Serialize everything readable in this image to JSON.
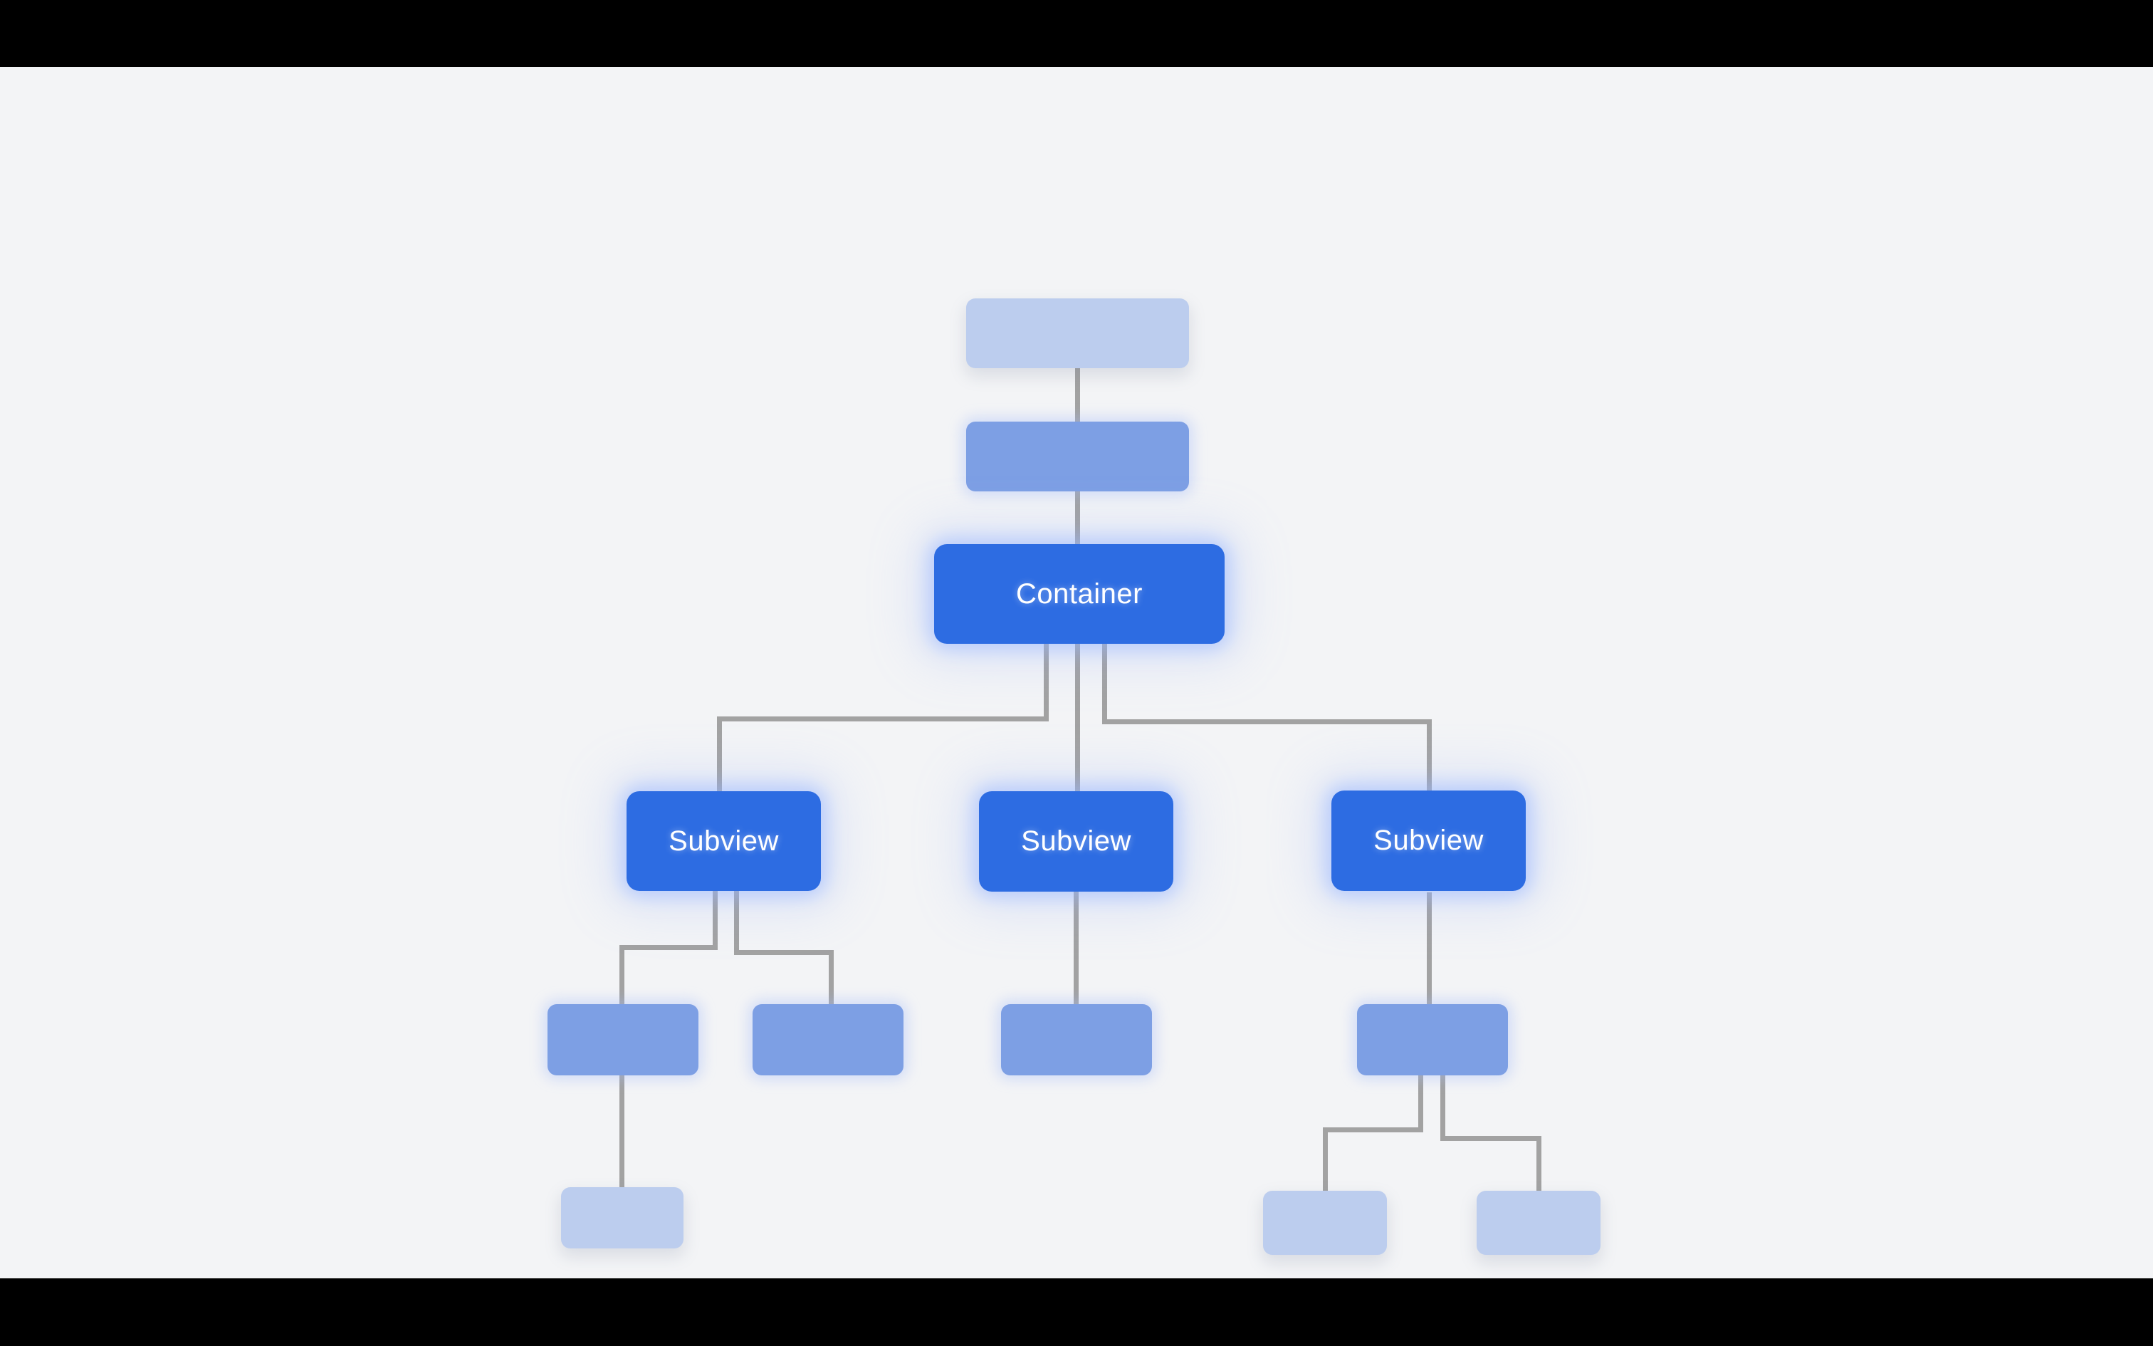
{
  "scene": {
    "description": "Presentation slide frame showing a view-hierarchy tree diagram with black letterbox bars",
    "letterbox_color": "#000000",
    "background_color": "#f3f4f6"
  },
  "colors": {
    "letterbox": "#000000",
    "bg": "#f3f4f6",
    "primary": "#2d6ce2",
    "medium": "#7d9fe4",
    "light": "#bccdee",
    "line": "#a2a2a2",
    "label": "#ffffff"
  },
  "diagram": {
    "nodes": {
      "ancestor_top": {
        "label": "",
        "variant": "light"
      },
      "ancestor_mid": {
        "label": "",
        "variant": "medium"
      },
      "container": {
        "label": "Container",
        "variant": "primary"
      },
      "subview_left": {
        "label": "Subview",
        "variant": "primary"
      },
      "subview_center": {
        "label": "Subview",
        "variant": "primary"
      },
      "subview_right": {
        "label": "Subview",
        "variant": "primary"
      },
      "left_child_a": {
        "label": "",
        "variant": "medium"
      },
      "left_child_b": {
        "label": "",
        "variant": "medium"
      },
      "center_child": {
        "label": "",
        "variant": "medium"
      },
      "right_child": {
        "label": "",
        "variant": "medium"
      },
      "left_grandchild": {
        "label": "",
        "variant": "light"
      },
      "right_grandchild_a": {
        "label": "",
        "variant": "light"
      },
      "right_grandchild_b": {
        "label": "",
        "variant": "light"
      }
    },
    "edges": [
      [
        "ancestor_top",
        "ancestor_mid"
      ],
      [
        "ancestor_mid",
        "container"
      ],
      [
        "container",
        "subview_left"
      ],
      [
        "container",
        "subview_center"
      ],
      [
        "container",
        "subview_right"
      ],
      [
        "subview_left",
        "left_child_a"
      ],
      [
        "subview_left",
        "left_child_b"
      ],
      [
        "subview_center",
        "center_child"
      ],
      [
        "subview_right",
        "right_child"
      ],
      [
        "left_child_a",
        "left_grandchild"
      ],
      [
        "right_child",
        "right_grandchild_a"
      ],
      [
        "right_child",
        "right_grandchild_b"
      ]
    ]
  }
}
